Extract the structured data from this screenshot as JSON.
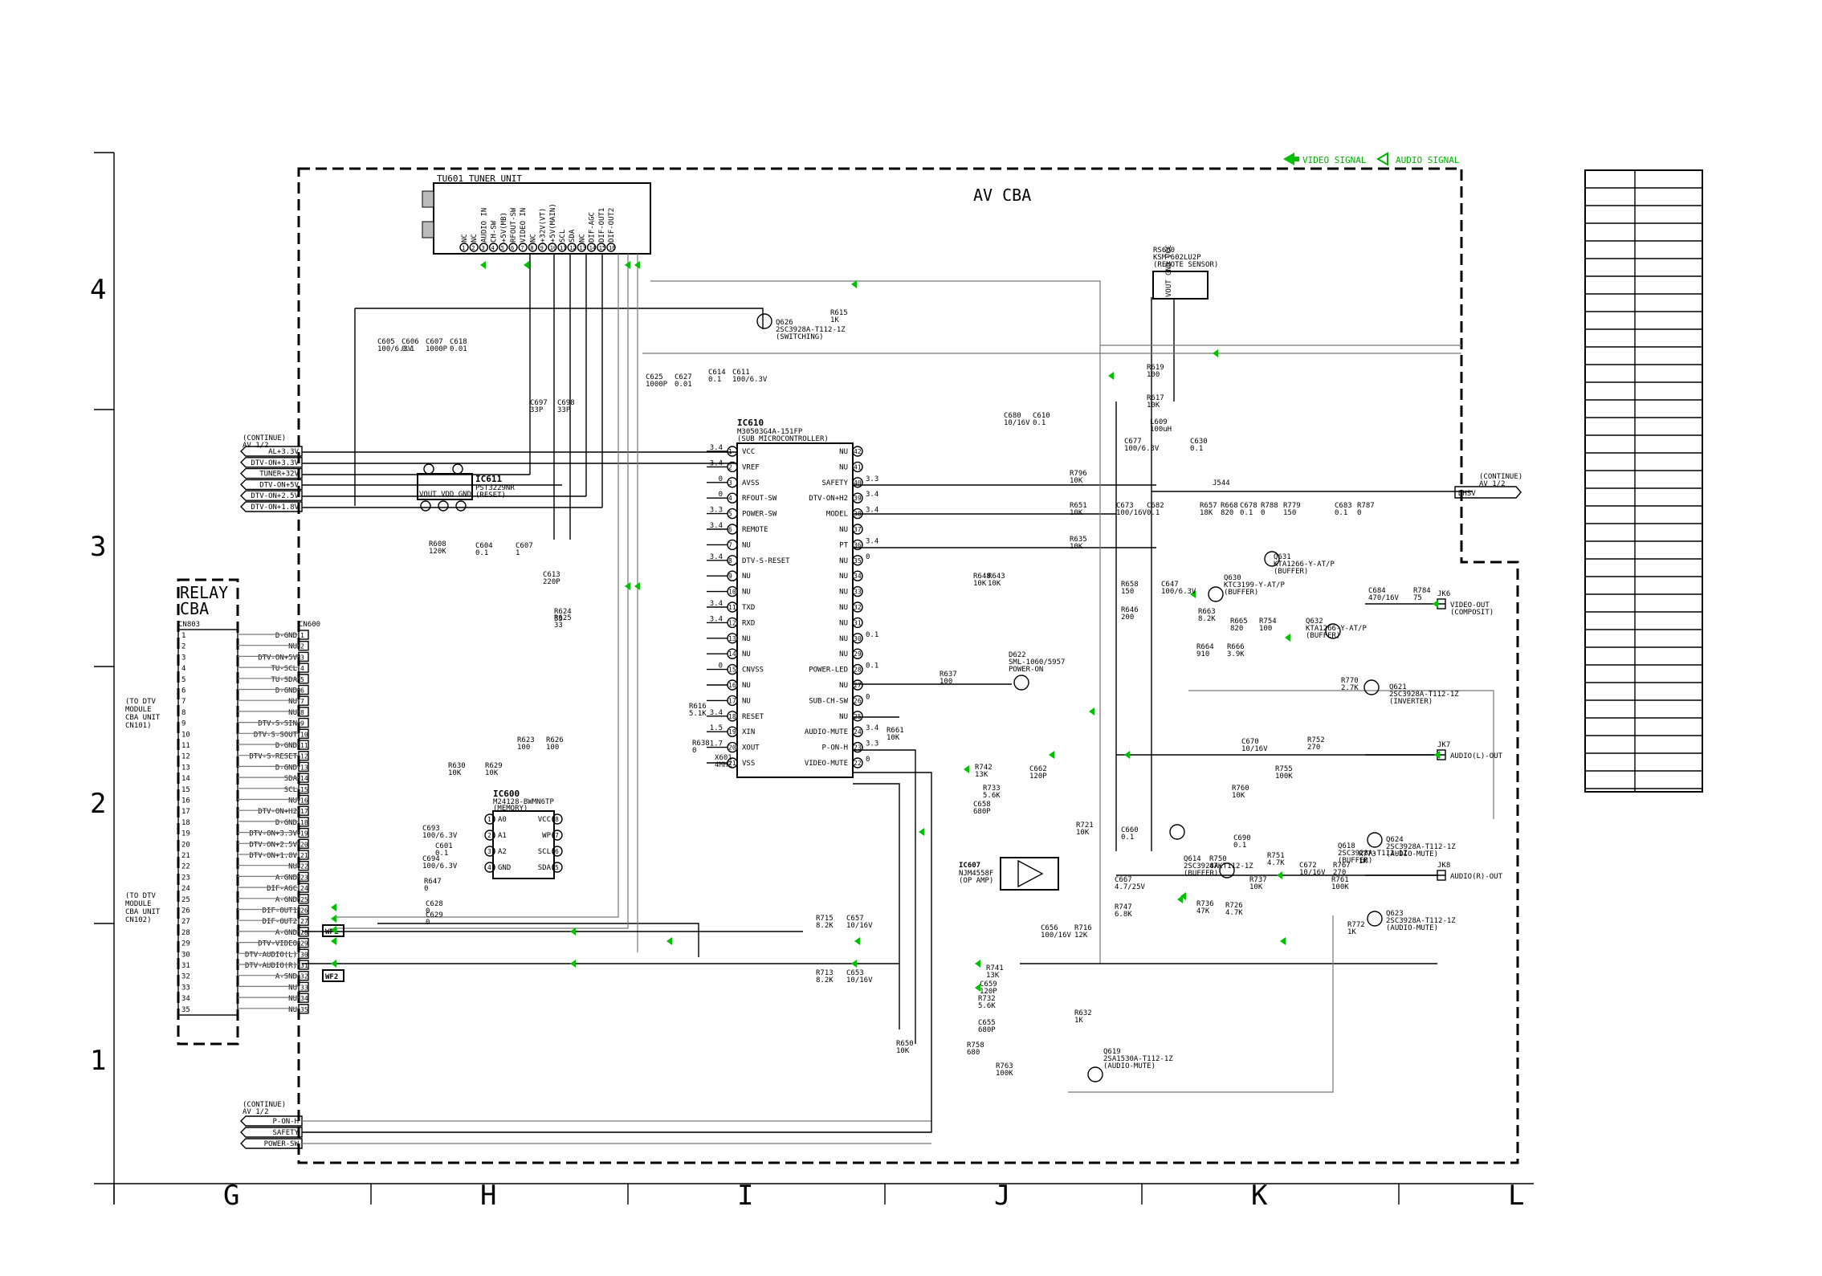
{
  "board": {
    "title": "AV CBA"
  },
  "relay": {
    "title_1": "RELAY",
    "title_2": "CBA",
    "conn_left": "CN803",
    "conn_right": "CN600",
    "pins": [
      "D-GND",
      "NU",
      "DTV-ON+5V",
      "TU-SCL",
      "TU-SDA",
      "D-GND",
      "NU",
      "NU",
      "DTV-S-SIN",
      "DTV-S-SOUT",
      "D-GND",
      "DTV-S-RESET",
      "D-GND",
      "SDA",
      "SCL",
      "NU",
      "DTV-ON+H2",
      "D-GND",
      "DTV-ON+3.3V",
      "DTV-ON+2.5V",
      "DTV-ON+1.8V",
      "NU",
      "A-GND",
      "DIF-AGC",
      "A-GND",
      "DIF-OUT1",
      "DIF-OUT2",
      "A-GND",
      "DTV-VIDEO",
      "DTV-AUDIO(L)",
      "DTV-AUDIO(R)",
      "A-SND",
      "NU",
      "NU",
      "NU"
    ],
    "to_dtv_1": [
      "(TO DTV",
      "MODULE",
      "CBA UNIT",
      "CN101)"
    ],
    "to_dtv_2": [
      "(TO DTV",
      "MODULE",
      "CBA UNIT",
      "CN102)"
    ]
  },
  "legend": {
    "video": "VIDEO SIGNAL",
    "audio": "AUDIO SIGNAL"
  },
  "grid": {
    "rows": [
      "4",
      "3",
      "2",
      "1"
    ],
    "cols": [
      "G",
      "H",
      "I",
      "J",
      "K",
      "L"
    ]
  },
  "tuner": {
    "title": "TU601  TUNER UNIT",
    "pins": [
      "NC",
      "NC",
      "AUDIO IN",
      "CH-SW",
      "+5V(MB)",
      "RFOUT-SW",
      "VIDEO IN",
      "NC",
      "+32V(VT)",
      "+5V(MAIN)",
      "SCL",
      "SDA",
      "NC",
      "DIF-AGC",
      "DIF-OUT1",
      "DIF-OUT2"
    ]
  },
  "continue": {
    "label_1": "(CONTINUE)",
    "label_2": "AV 1/2"
  },
  "power_left": [
    "AL+3.3V",
    "DTV-ON+3.3V",
    "TUNER+32V",
    "DTV-ON+5V",
    "DTV-ON+2.5V",
    "DTV-ON+1.8V"
  ],
  "power_bottom": [
    "P-ON-H",
    "SAFETY",
    "POWER-SW"
  ],
  "dhsv": "DHSV",
  "ic610": {
    "name": "IC610",
    "part": "M30503G4A-151FP",
    "func": "(SUB MICROCONTROLLER)",
    "left": [
      "VCC",
      "VREF",
      "AVSS",
      "RFOUT-SW",
      "POWER-SW",
      "REMOTE",
      "NU",
      "DTV-S-RESET",
      "NU",
      "NU",
      "TXD",
      "RXD",
      "NU",
      "NU",
      "CNVSS",
      "NU",
      "NU",
      "RESET",
      "XIN",
      "XOUT",
      "VSS"
    ],
    "right": [
      "NU",
      "NU",
      "SAFETY",
      "DTV-ON+H2",
      "MODEL",
      "NU",
      "PT",
      "NU",
      "NU",
      "NU",
      "NU",
      "NU",
      "NU",
      "NU",
      "POWER-LED",
      "NU",
      "SUB-CH-SW",
      "NU",
      "AUDIO-MUTE",
      "P-ON-H",
      "VIDEO-MUTE"
    ],
    "vl": [
      "3.4",
      "3.4",
      "0",
      "0",
      "3.3",
      "3.4",
      "",
      "3.4",
      "",
      "",
      "3.4",
      "3.4",
      "",
      "",
      "0",
      "",
      "",
      "3.4",
      "1.5",
      "1.7",
      ""
    ],
    "vr": [
      "",
      "",
      "3.3",
      "3.4",
      "3.4",
      "",
      "3.4",
      "0",
      "",
      "",
      "",
      "",
      "0.1",
      "",
      "0.1",
      "",
      "0",
      "",
      "3.4",
      "3.3",
      "0"
    ]
  },
  "ic611": {
    "name": "IC611",
    "part": "PST3229NR",
    "func": "(RESET)",
    "pins": [
      "VOUT VDD GND"
    ]
  },
  "ic600": {
    "name": "IC600",
    "part": "M24128-BWMN6TP",
    "func": "(MEMORY)",
    "left": [
      "A0",
      "A1",
      "A2",
      "GND"
    ],
    "right": [
      "VCC",
      "WP",
      "SCL",
      "SDA"
    ]
  },
  "ic607": {
    "name": "IC607",
    "part": "NJM4558F",
    "func": "(OP AMP)"
  },
  "sensor": {
    "name": "RS600",
    "part": "KSM-602LU2P",
    "func": "(REMOTE SENSOR)",
    "pins": "VOUT GND VCC"
  },
  "outputs": [
    {
      "jack": "JK6",
      "label": "VIDEO-OUT",
      "sub": "(COMPOSIT)"
    },
    {
      "jack": "JK7",
      "label": "AUDIO(L)-OUT"
    },
    {
      "jack": "JK8",
      "label": "AUDIO(R)-OUT"
    }
  ],
  "wf": [
    "WF1",
    "WF2"
  ],
  "components": [
    {
      "t": "Q626",
      "v": "2SC3928A-T112-1Z",
      "n": "(SWITCHING)"
    },
    {
      "t": "R615",
      "v": "1K"
    },
    {
      "t": "C605",
      "v": "100/6.3V"
    },
    {
      "t": "C606",
      "v": "0.1"
    },
    {
      "t": "C607",
      "v": "1000P"
    },
    {
      "t": "C618",
      "v": "0.01"
    },
    {
      "t": "C625",
      "v": "1000P"
    },
    {
      "t": "C627",
      "v": "0.01"
    },
    {
      "t": "C614",
      "v": "0.1"
    },
    {
      "t": "C611",
      "v": "100/6.3V"
    },
    {
      "t": "C697",
      "v": "33P"
    },
    {
      "t": "C698",
      "v": "33P"
    },
    {
      "t": "C680",
      "v": "10/16V"
    },
    {
      "t": "C610",
      "v": "0.1"
    },
    {
      "t": "R619",
      "v": "100"
    },
    {
      "t": "R617",
      "v": "10K"
    },
    {
      "t": "L609",
      "v": "100uH"
    },
    {
      "t": "C677",
      "v": "100/6.3V"
    },
    {
      "t": "C630",
      "v": "0.1"
    },
    {
      "t": "R608",
      "v": "120K"
    },
    {
      "t": "C604",
      "v": "0.1"
    },
    {
      "t": "C607",
      "v": "1"
    },
    {
      "t": "C613",
      "v": "220P"
    },
    {
      "t": "R624",
      "v": "33"
    },
    {
      "t": "R625",
      "v": "33"
    },
    {
      "t": "R796",
      "v": "10K"
    },
    {
      "t": "R651",
      "v": "10K"
    },
    {
      "t": "R635",
      "v": "10K"
    },
    {
      "t": "R648",
      "v": "10K"
    },
    {
      "t": "R643",
      "v": "10K"
    },
    {
      "t": "C673",
      "v": "100/16V"
    },
    {
      "t": "C682",
      "v": "0.1"
    },
    {
      "t": "R657",
      "v": "18K"
    },
    {
      "t": "R668",
      "v": "820"
    },
    {
      "t": "C678",
      "v": "0.1"
    },
    {
      "t": "R788",
      "v": "0"
    },
    {
      "t": "R779",
      "v": "150"
    },
    {
      "t": "C683",
      "v": "0.1"
    },
    {
      "t": "R787",
      "v": "0"
    },
    {
      "t": "Q631",
      "v": "KTA1266-Y-AT/P",
      "n": "(BUFFER)"
    },
    {
      "t": "R658",
      "v": "150"
    },
    {
      "t": "R646",
      "v": "200"
    },
    {
      "t": "C647",
      "v": "100/6.3V"
    },
    {
      "t": "Q630",
      "v": "KTC3199-Y-AT/P",
      "n": "(BUFFER)"
    },
    {
      "t": "R663",
      "v": "8.2K"
    },
    {
      "t": "C684",
      "v": "470/16V"
    },
    {
      "t": "R784",
      "v": "75"
    },
    {
      "t": "R665",
      "v": "820"
    },
    {
      "t": "R754",
      "v": "100"
    },
    {
      "t": "R664",
      "v": "910"
    },
    {
      "t": "R666",
      "v": "3.9K"
    },
    {
      "t": "Q632",
      "v": "KTA1266-Y-AT/P",
      "n": "(BUFFER)"
    },
    {
      "t": "D622",
      "v": "SML-1060/5957",
      "n": "POWER-ON"
    },
    {
      "t": "R637",
      "v": "100"
    },
    {
      "t": "R770",
      "v": "2.7K"
    },
    {
      "t": "Q621",
      "v": "2SC3928A-T112-1Z",
      "n": "(INVERTER)"
    },
    {
      "t": "R616",
      "v": "5.1K"
    },
    {
      "t": "R661",
      "v": "10K"
    },
    {
      "t": "R638",
      "v": "0"
    },
    {
      "t": "X601",
      "v": "4MHZ"
    },
    {
      "t": "R623",
      "v": "100"
    },
    {
      "t": "R626",
      "v": "100"
    },
    {
      "t": "R630",
      "v": "10K"
    },
    {
      "t": "R629",
      "v": "10K"
    },
    {
      "t": "C601",
      "v": "0.1"
    },
    {
      "t": "C693",
      "v": "100/6.3V"
    },
    {
      "t": "C694",
      "v": "100/6.3V"
    },
    {
      "t": "R647",
      "v": "0"
    },
    {
      "t": "C628",
      "v": "0"
    },
    {
      "t": "C629",
      "v": "0"
    },
    {
      "t": "R742",
      "v": "13K"
    },
    {
      "t": "C662",
      "v": "120P"
    },
    {
      "t": "R733",
      "v": "5.6K"
    },
    {
      "t": "C658",
      "v": "680P"
    },
    {
      "t": "C670",
      "v": "10/16V"
    },
    {
      "t": "R752",
      "v": "270"
    },
    {
      "t": "R755",
      "v": "100K"
    },
    {
      "t": "R760",
      "v": "10K"
    },
    {
      "t": "R721",
      "v": "10K"
    },
    {
      "t": "C660",
      "v": "0.1"
    },
    {
      "t": "C690",
      "v": "0.1"
    },
    {
      "t": "Q618",
      "v": "2SC3928A-T112-1Z",
      "n": "(BUFFER)"
    },
    {
      "t": "Q614",
      "v": "2SC3928A-T112-1Z",
      "n": "(BUFFER)"
    },
    {
      "t": "R750",
      "v": "47K"
    },
    {
      "t": "R751",
      "v": "4.7K"
    },
    {
      "t": "R737",
      "v": "10K"
    },
    {
      "t": "C672",
      "v": "10/16V"
    },
    {
      "t": "R767",
      "v": "270"
    },
    {
      "t": "R761",
      "v": "100K"
    },
    {
      "t": "R736",
      "v": "47K"
    },
    {
      "t": "R726",
      "v": "4.7K"
    },
    {
      "t": "C667",
      "v": "4.7/25V"
    },
    {
      "t": "R747",
      "v": "6.8K"
    },
    {
      "t": "Q624",
      "v": "2SC3928A-T112-1Z",
      "n": "(AUDIO-MUTE)"
    },
    {
      "t": "R773",
      "v": "1K"
    },
    {
      "t": "Q623",
      "v": "2SC3928A-T112-1Z",
      "n": "(AUDIO-MUTE)"
    },
    {
      "t": "R772",
      "v": "1K"
    },
    {
      "t": "R715",
      "v": "8.2K"
    },
    {
      "t": "C657",
      "v": "10/16V"
    },
    {
      "t": "R713",
      "v": "8.2K"
    },
    {
      "t": "C653",
      "v": "10/16V"
    },
    {
      "t": "C656",
      "v": "100/16V"
    },
    {
      "t": "R716",
      "v": "12K"
    },
    {
      "t": "R741",
      "v": "13K"
    },
    {
      "t": "C659",
      "v": "120P"
    },
    {
      "t": "R732",
      "v": "5.6K"
    },
    {
      "t": "C655",
      "v": "680P"
    },
    {
      "t": "R632",
      "v": "1K"
    },
    {
      "t": "Q619",
      "v": "2SA1530A-T112-1Z",
      "n": "(AUDIO-MUTE)"
    },
    {
      "t": "R758",
      "v": "680"
    },
    {
      "t": "R763",
      "v": "100K"
    },
    {
      "t": "R650",
      "v": "10K"
    },
    {
      "t": "J544",
      "v": ""
    }
  ]
}
